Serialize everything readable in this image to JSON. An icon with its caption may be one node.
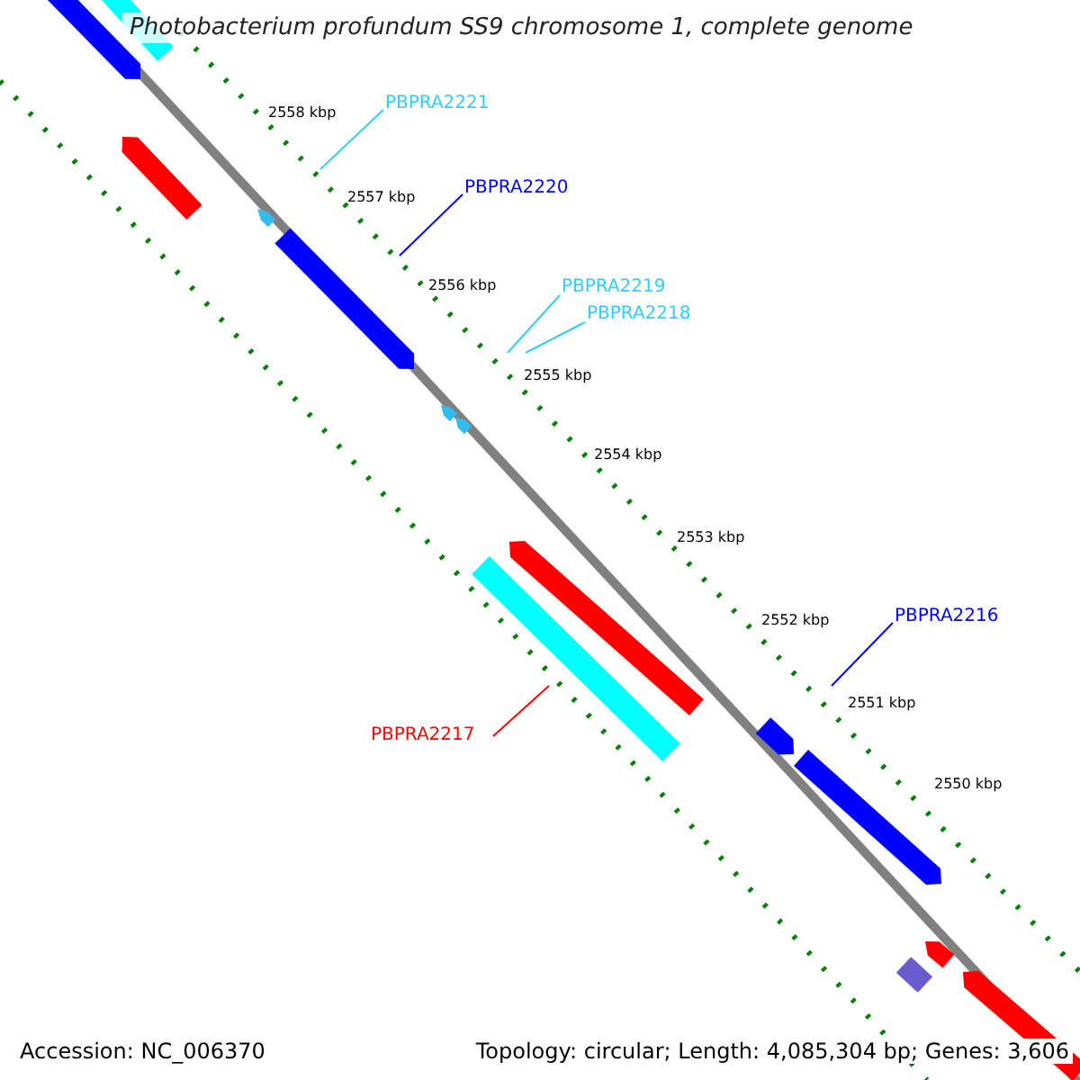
{
  "diagram": {
    "title": "Photobacterium profundum SS9 chromosome 1, complete genome",
    "nodes": [
      {
        "text": [
          "PBPRA2221"
        ]
      },
      {
        "text": [
          "PBPRA2220"
        ]
      },
      {
        "text": [
          "PBPRA2219"
        ]
      },
      {
        "text": [
          "PBPRA2218"
        ]
      },
      {
        "text": [
          "PBPRA2216"
        ]
      },
      {
        "text": [
          "PBPRA2217"
        ]
      }
    ],
    "edges": [
      {
        "from": 0,
        "to": null,
        "arrow": "none",
        "color": "#33ccff"
      },
      {
        "from": 1,
        "to": null,
        "arrow": "none",
        "color": "#0000ff"
      },
      {
        "from": 2,
        "to": null,
        "arrow": "none",
        "color": "#33ccff"
      },
      {
        "from": 3,
        "to": null,
        "arrow": "none",
        "color": "#33ccff"
      },
      {
        "from": 4,
        "to": null,
        "arrow": "none",
        "color": "#0000ff"
      },
      {
        "from": 5,
        "to": null,
        "arrow": "none",
        "color": "#ff0000"
      }
    ],
    "labels": [
      "2558 kbp",
      "2557 kbp",
      "2556 kbp",
      "2555 kbp",
      "2554 kbp",
      "2553 kbp",
      "2552 kbp",
      "2551 kbp",
      "2550 kbp",
      "Accession: NC_006370",
      "Topology: circular; Length: 4,085,304 bp; Genes: 3,606"
    ]
  }
}
